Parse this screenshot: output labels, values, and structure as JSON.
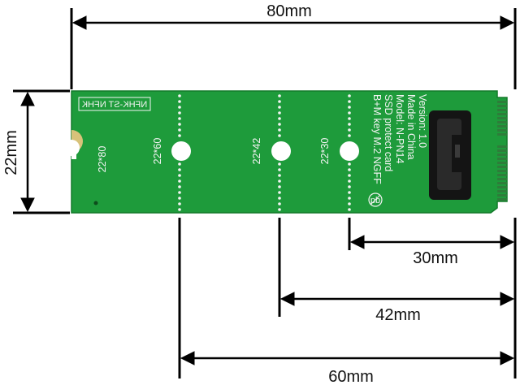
{
  "dimensions": {
    "width_label": "80mm",
    "height_label": "22mm",
    "len_30_label": "30mm",
    "len_42_label": "42mm",
    "len_60_label": "60mm"
  },
  "board": {
    "color": "#1f9a3a",
    "edge_color": "#137a2a",
    "brand_text": "NFHK-ST NFHK",
    "size_labels": [
      "22*80",
      "22*60",
      "22*42",
      "22*30"
    ],
    "silkscreen_lines": [
      "B+M key M.2 NGFF",
      "SSD protect card",
      "Model: N-PN14",
      "Made in China",
      "Version: 1.0"
    ],
    "pb_mark": "pb"
  }
}
